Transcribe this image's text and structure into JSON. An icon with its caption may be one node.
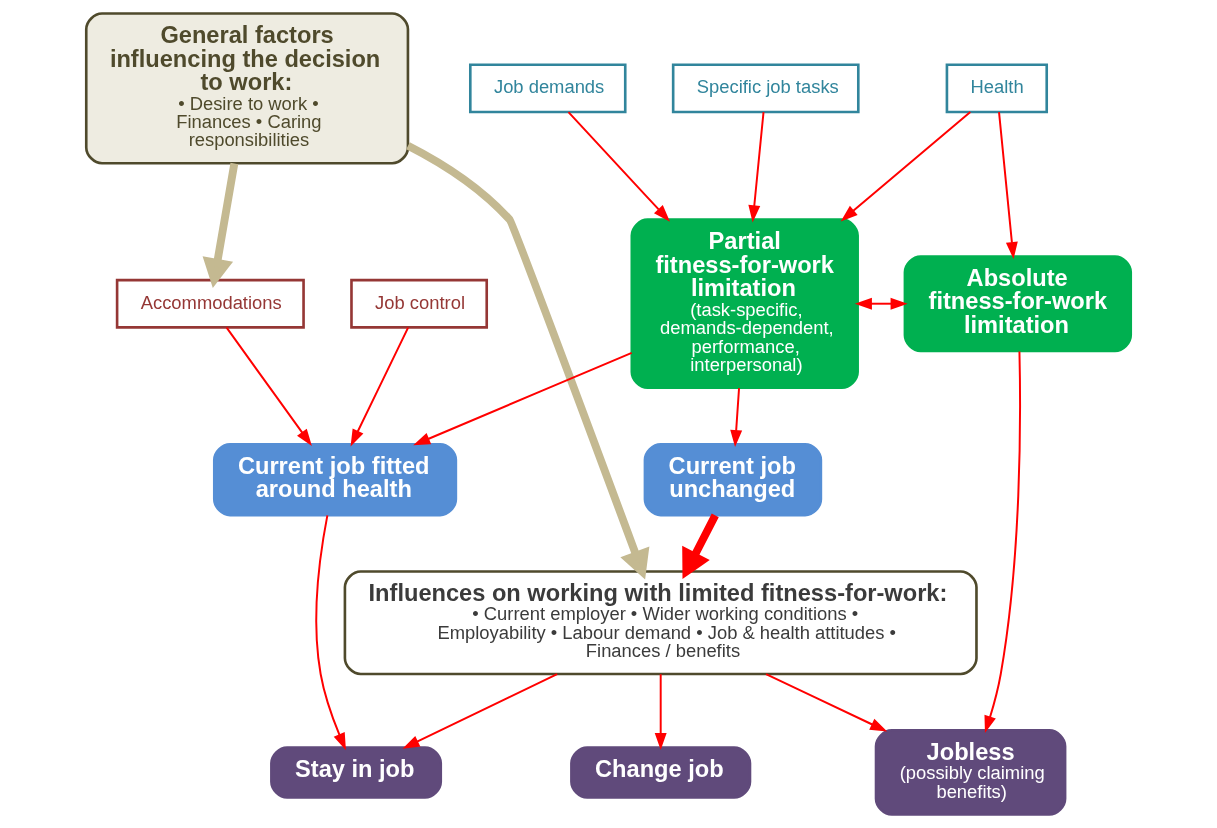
{
  "diagram": {
    "nodes": [
      {
        "text": [
          "General factors influencing the decision to work:",
          "• Desire to work • Finances • Caring responsibilities"
        ]
      },
      {
        "text": [
          "Job demands"
        ]
      },
      {
        "text": [
          "Specific job tasks"
        ]
      },
      {
        "text": [
          "Health"
        ]
      },
      {
        "text": [
          "Accommodations"
        ]
      },
      {
        "text": [
          "Job control"
        ]
      },
      {
        "text": [
          "Partial fitness-for-work limitation",
          "(task-specific, demands-dependent, performance, interpersonal)"
        ]
      },
      {
        "text": [
          "Absolute fitness-for-work limitation"
        ]
      },
      {
        "text": [
          "Current job fitted around health"
        ]
      },
      {
        "text": [
          "Current job unchanged"
        ]
      },
      {
        "text": [
          "Influences on working with limited fitness-for-work:",
          "• Current employer • Wider working conditions • Employability • Labour demand • Job & health attitudes • Finances / benefits"
        ]
      },
      {
        "text": [
          "Stay in job"
        ]
      },
      {
        "text": [
          "Change job"
        ]
      },
      {
        "text": [
          "Jobless",
          "(possibly claiming benefits)"
        ]
      }
    ],
    "edges": [
      {
        "from": 1,
        "to": 6,
        "arrow": "to"
      },
      {
        "from": 2,
        "to": 6,
        "arrow": "to"
      },
      {
        "from": 3,
        "to": 6,
        "arrow": "to"
      },
      {
        "from": 3,
        "to": 7,
        "arrow": "to"
      },
      {
        "from": 6,
        "to": 7,
        "arrow": "both"
      },
      {
        "from": 0,
        "to": 4,
        "arrow": "to",
        "style": "thick",
        "color": "#c4b991"
      },
      {
        "from": 4,
        "to": 8,
        "arrow": "to"
      },
      {
        "from": 5,
        "to": 8,
        "arrow": "to"
      },
      {
        "from": 6,
        "to": 8,
        "arrow": "to"
      },
      {
        "from": 6,
        "to": 9,
        "arrow": "to"
      },
      {
        "from": 9,
        "to": 10,
        "arrow": "to",
        "style": "thick"
      },
      {
        "from": 0,
        "to": 10,
        "arrow": "to",
        "style": "thick",
        "color": "#c4b991"
      },
      {
        "from": 8,
        "to": 11,
        "arrow": "to"
      },
      {
        "from": 10,
        "to": 11,
        "arrow": "to"
      },
      {
        "from": 10,
        "to": 12,
        "arrow": "to"
      },
      {
        "from": 10,
        "to": 13,
        "arrow": "to"
      },
      {
        "from": 7,
        "to": 13,
        "arrow": "to"
      }
    ]
  }
}
